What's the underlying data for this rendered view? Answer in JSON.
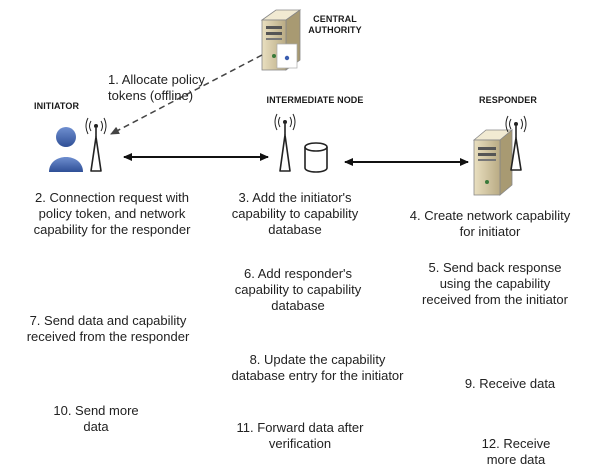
{
  "nodes": {
    "central_authority": [
      "CENTRAL",
      "AUTHORITY"
    ],
    "initiator": "INITIATOR",
    "intermediate": "INTERMEDIATE NODE",
    "responder": "RESPONDER"
  },
  "steps": {
    "s1": [
      "1. Allocate policy",
      "tokens (offline)"
    ],
    "s2": [
      "2. Connection request with",
      "policy token, and network",
      "capability for the responder"
    ],
    "s3": [
      "3. Add the initiator's",
      "capability to capability",
      "database"
    ],
    "s4": [
      "4. Create network capability",
      "for initiator"
    ],
    "s5": [
      "5. Send back response",
      "using the capability",
      "received from the initiator"
    ],
    "s6": [
      "6. Add responder's",
      "capability to capability",
      "database"
    ],
    "s7": [
      "7. Send data and capability",
      "received from the responder"
    ],
    "s8": [
      "8. Update the capability",
      "database entry for the initiator"
    ],
    "s9": [
      "9. Receive data"
    ],
    "s10": [
      "10. Send more",
      "data"
    ],
    "s11": [
      "11. Forward data after",
      "verification"
    ],
    "s12": [
      "12. Receive",
      "more data"
    ]
  }
}
